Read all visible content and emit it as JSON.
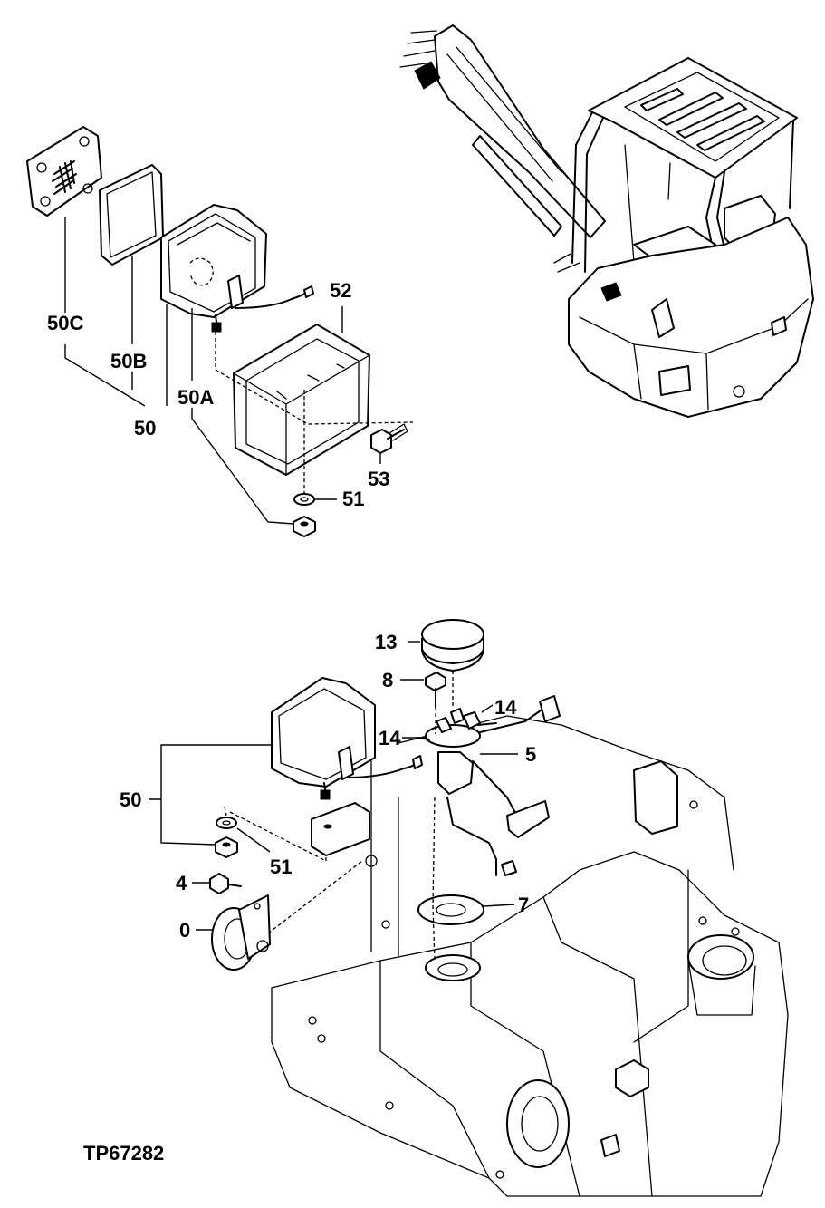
{
  "figure_code": "TP67282",
  "callouts": {
    "c50C": "50C",
    "c50B": "50B",
    "c50": "50",
    "c50A": "50A",
    "c52": "52",
    "c53": "53",
    "c51": "51",
    "c13": "13",
    "c8": "8",
    "c14a": "14",
    "c14b": "14",
    "c5": "5",
    "c50b2": "50",
    "c51b": "51",
    "c4": "4",
    "c0": "0",
    "c7": "7"
  }
}
